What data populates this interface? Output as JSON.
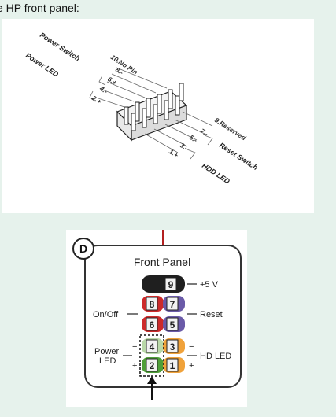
{
  "heading": "e HP front panel:",
  "diagram1": {
    "left_labels": [
      {
        "text": "Power Switch"
      },
      {
        "text": "Power LED"
      }
    ],
    "top_pins": [
      {
        "text": "10.No Pin"
      },
      {
        "text": "8.-"
      },
      {
        "text": "6.+"
      },
      {
        "text": "4.-"
      },
      {
        "text": "2.+"
      }
    ],
    "bottom_pins": [
      {
        "text": "9.Reserved"
      },
      {
        "text": "7.-"
      },
      {
        "text": "5.-"
      },
      {
        "text": "3.-"
      },
      {
        "text": "1.+"
      }
    ],
    "right_labels": [
      {
        "text": "Reset Switch"
      },
      {
        "text": "HDD LED"
      }
    ]
  },
  "diagram2": {
    "badge": "D",
    "title": "Front Panel",
    "pins": [
      {
        "num": "9",
        "color": "#1f1f1f"
      },
      {
        "num": "8",
        "color": "#cc2a2a"
      },
      {
        "num": "7",
        "color": "#6a5aa8"
      },
      {
        "num": "6",
        "color": "#cc2a2a"
      },
      {
        "num": "5",
        "color": "#6a5aa8"
      },
      {
        "num": "4",
        "color": "#b9d8a8"
      },
      {
        "num": "3",
        "color": "#f0a23a"
      },
      {
        "num": "2",
        "color": "#4f9f38"
      },
      {
        "num": "1",
        "color": "#f0a23a"
      }
    ],
    "labels": {
      "v5": "+5 V",
      "reset": "Reset",
      "onoff": "On/Off",
      "power_line1": "Power",
      "power_line2": "LED",
      "hd_led": "HD LED",
      "minus": "−",
      "plus": "+"
    }
  }
}
